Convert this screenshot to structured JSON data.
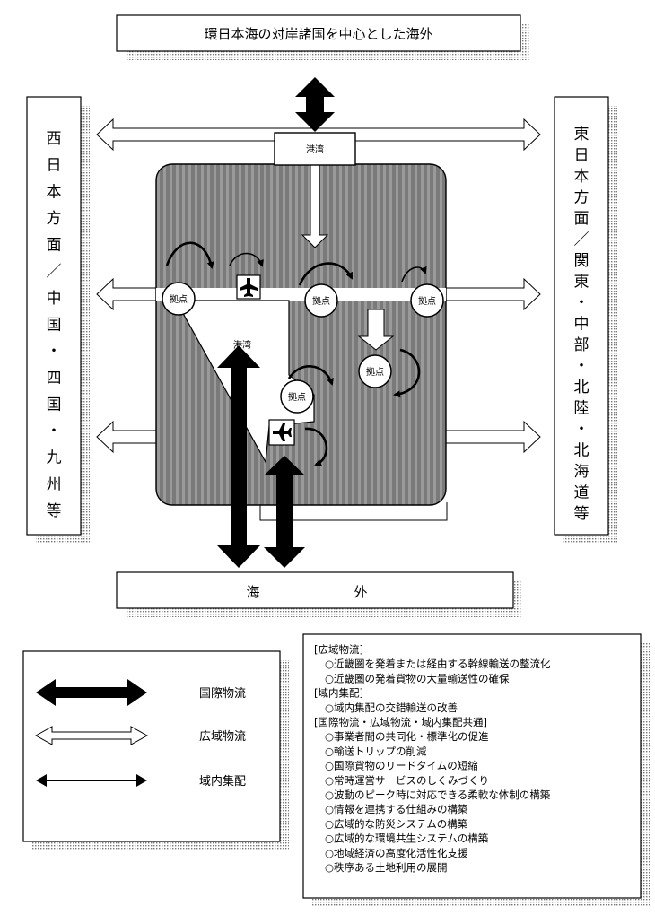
{
  "top_box": "環日本海の対岸諸国を中心とした海外",
  "bottom_box": {
    "left": "海",
    "right": "外"
  },
  "west_box": [
    "西",
    "日",
    "本",
    "方",
    "面",
    "／",
    "中",
    "国",
    "・",
    "四",
    "国",
    "・",
    "九",
    "州",
    "等"
  ],
  "east_box": [
    "東",
    "日",
    "本",
    "方",
    "面",
    "／",
    "関",
    "東",
    "・",
    "中",
    "部",
    "・",
    "北",
    "陸",
    "・",
    "北",
    "海",
    "道",
    "等"
  ],
  "port_top": "港湾",
  "port_inner": "港湾",
  "base_label": "拠点",
  "legend": {
    "international": "国際物流",
    "wide_area": "広域物流",
    "regional": "域内集配"
  },
  "notes": [
    "[広域物流]",
    "○近畿圏を発着または経由する幹線輸送の整流化",
    "○近畿圏の発着貨物の大量輸送性の確保",
    "[域内集配]",
    "○域内集配の交錯輸送の改善",
    "[国際物流・広域物流・域内集配共通]",
    "○事業者間の共同化・標準化の促進",
    "○輸送トリップの削減",
    "○国際貨物のリードタイムの短縮",
    "○常時運営サービスのしくみづくり",
    "○波動のピーク時に対応できる柔軟な体制の構築",
    "○情報を連携する仕組みの構築",
    "○広域的な防災システムの構築",
    "○広域的な環境共生システムの構築",
    "○地域経済の高度化活性化支援",
    "○秩序ある土地利用の展開"
  ]
}
